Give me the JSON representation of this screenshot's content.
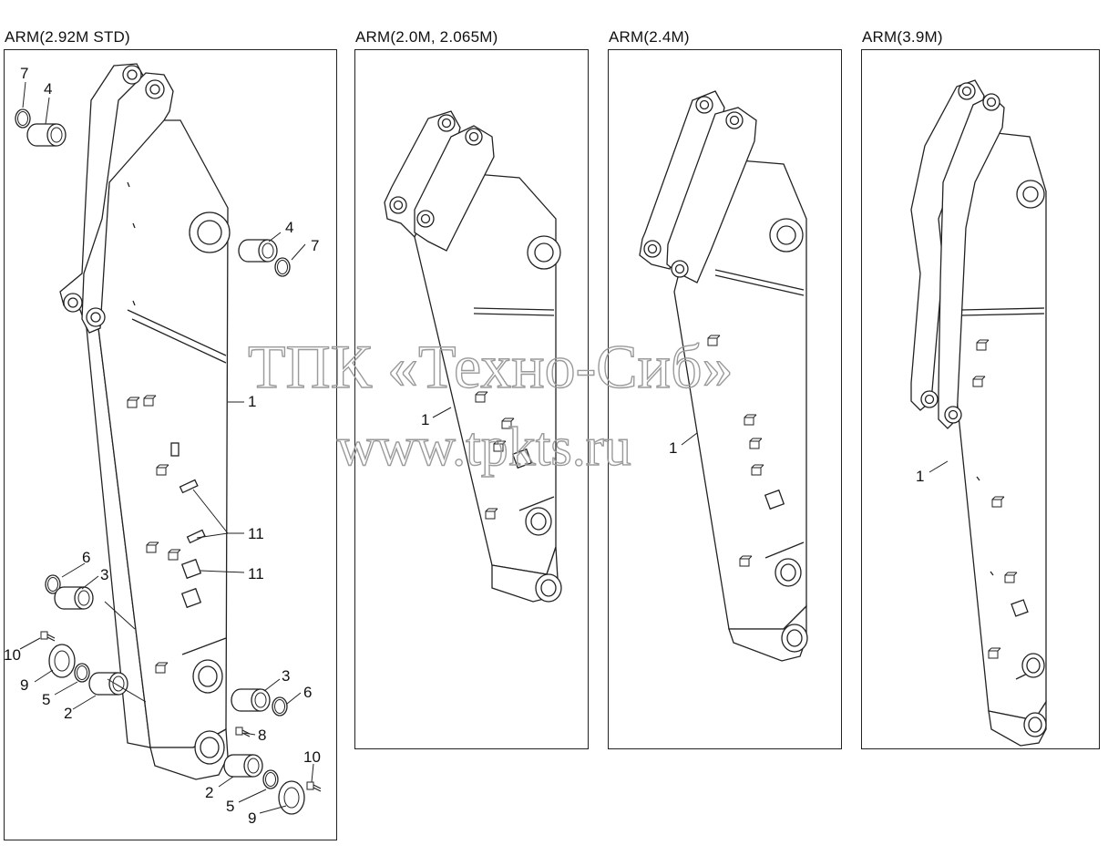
{
  "panels": [
    {
      "title": "ARM(2.92M STD)"
    },
    {
      "title": "ARM(2.0M, 2.065M)"
    },
    {
      "title": "ARM(2.4M)"
    },
    {
      "title": "ARM(3.9M)"
    }
  ],
  "callouts": {
    "p1": [
      "7",
      "4",
      "4",
      "7",
      "1",
      "11",
      "11",
      "6",
      "3",
      "10",
      "9",
      "5",
      "2",
      "3",
      "6",
      "8",
      "10",
      "2",
      "5",
      "9"
    ],
    "p2": [
      "1"
    ],
    "p3": [
      "1"
    ],
    "p4": [
      "1"
    ]
  },
  "watermark": {
    "line1": "ТПК «Техно-Сиб»",
    "line2": "www.tpkts.ru"
  }
}
